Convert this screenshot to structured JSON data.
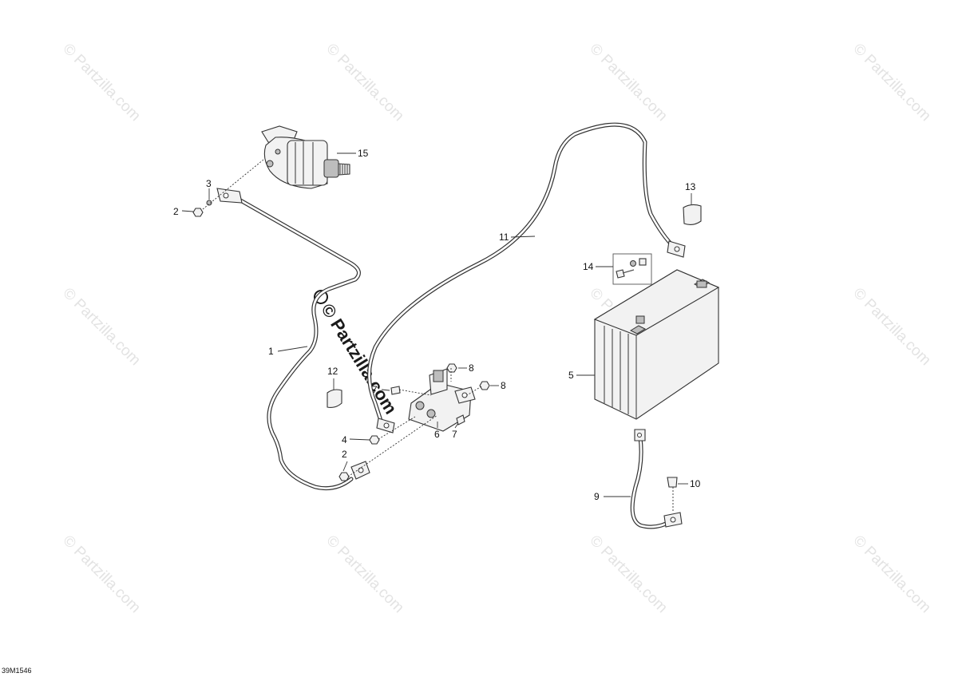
{
  "diagram_code": "39M1546",
  "watermark": "© Partzilla.com",
  "callouts": {
    "c1": "1",
    "c2a": "2",
    "c2b": "2",
    "c3": "3",
    "c4": "4",
    "c5": "5",
    "c6": "6",
    "c7a": "7",
    "c7b": "7",
    "c8a": "8",
    "c8b": "8",
    "c9": "9",
    "c10": "10",
    "c11": "11",
    "c12": "12",
    "c13": "13",
    "c14": "14",
    "c15": "15"
  }
}
